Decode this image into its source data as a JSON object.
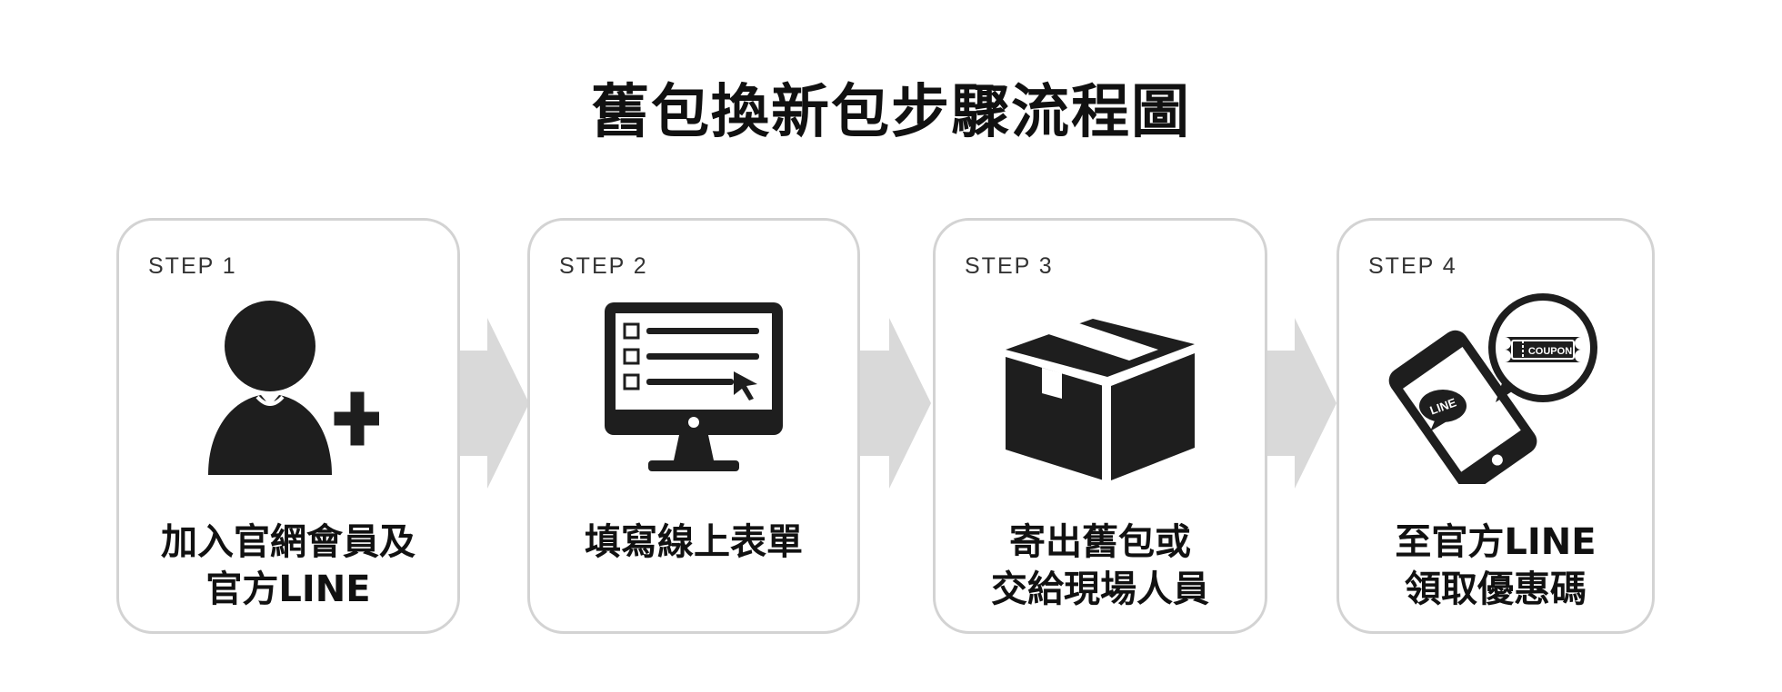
{
  "title": "舊包換新包步驟流程圖",
  "colors": {
    "icon": "#1e1e1e",
    "card_border": "#d3d3d3",
    "arrow": "#d9d9d9"
  },
  "steps": [
    {
      "label": "STEP 1",
      "icon": "user-add-icon",
      "caption_lines": [
        "加入官網會員及",
        "官方LINE"
      ]
    },
    {
      "label": "STEP 2",
      "icon": "monitor-form-icon",
      "caption_lines": [
        "填寫線上表單"
      ]
    },
    {
      "label": "STEP 3",
      "icon": "package-box-icon",
      "caption_lines": [
        "寄出舊包或",
        "交給現場人員"
      ]
    },
    {
      "label": "STEP 4",
      "icon": "phone-coupon-icon",
      "caption_lines": [
        "至官方LINE",
        "領取優惠碼"
      ],
      "icon_texts": {
        "coupon": "COUPON",
        "line": "LINE"
      }
    }
  ]
}
